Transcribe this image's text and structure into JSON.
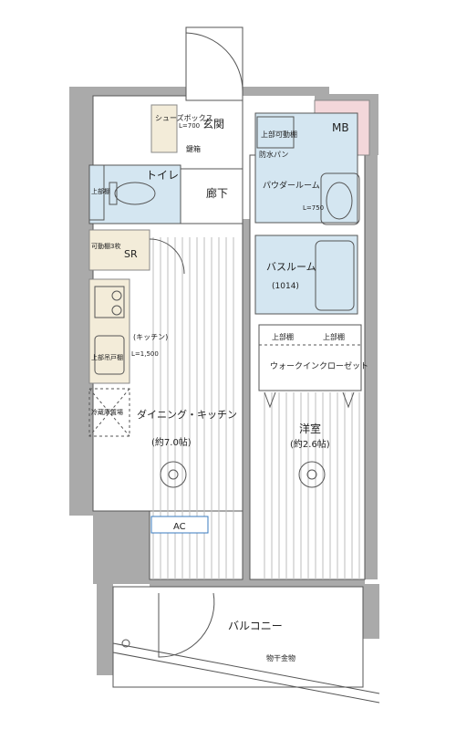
{
  "rooms": {
    "entrance": "玄関",
    "shoes_box": "シューズボックス",
    "shoes_box_size": "L=700",
    "key_box": "鍵箱",
    "mb": "MB",
    "toilet": "トイレ",
    "toilet_shelf": "上部棚",
    "corridor": "廊下",
    "powder_room": "パウダールーム",
    "upper_shelf": "上部可動棚",
    "waterproof_pan": "防水パン",
    "vanity_size": "L=750",
    "bath_room": "バスルーム",
    "bath_size": "(1014)",
    "sr": "SR",
    "sr_shelf": "可動棚3枚",
    "kitchen_side": "(キッチン)",
    "kitchen_size": "L=1,500",
    "kitchen_cabinet": "上部吊戸棚",
    "fridge": "冷蔵庫置場",
    "dining_kitchen": "ダイニング・キッチン",
    "dining_kitchen_area": "(約7.0帖)",
    "ac": "AC",
    "wic_shelf_left": "上部棚",
    "wic_shelf_right": "上部棚",
    "walk_in_closet": "ウォークインクローゼット",
    "western_room": "洋室",
    "western_room_area": "(約2.6帖)",
    "balcony": "バルコニー",
    "drying_hardware": "物干金物"
  },
  "colors": {
    "wall": "#aaaaaa",
    "wet_area": "#d4e6f1",
    "storage": "#f3ecd9",
    "mb": "#f3d7da",
    "ac_outline": "#3a7bbf"
  }
}
